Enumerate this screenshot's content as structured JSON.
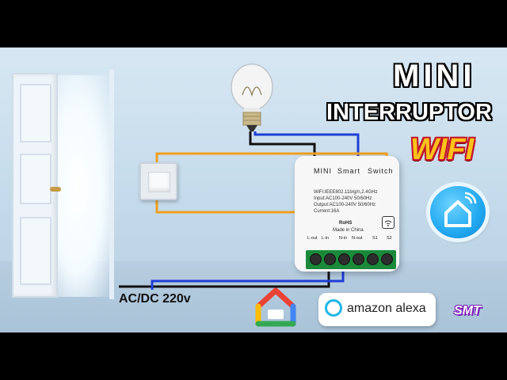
{
  "titles": {
    "line1": "MINI",
    "line2": "INTERRUPTOR",
    "line3": "WIFI"
  },
  "module": {
    "brand_left": "MINI",
    "brand_mid": "Smart",
    "brand_right": "Switch",
    "spec_wifi": "WiFi:IEEE802.11b/g/n,2.4GHz",
    "spec_input": "Input:AC100-240V 50/60Hz",
    "spec_output": "Output:AC100-240V 50/60Hz",
    "spec_current": "Current:16A",
    "rohs": "RoHS",
    "made_in": "Made in China",
    "terminals": [
      "L-out",
      "L-in",
      "N-in",
      "N-out",
      "S1",
      "S2"
    ]
  },
  "power_label": "AC/DC 220v",
  "alexa_label": "amazon alexa",
  "watermark": "SMT",
  "colors": {
    "title_text": "#ffffff",
    "wifi_text": "#ffc21a",
    "wifi_outline": "#c0162a",
    "wire_blue": "#1f3fd6",
    "wire_orange": "#f0a020",
    "wire_black": "#111111",
    "terminal_green": "#1a8a3a",
    "smart_home_blue": "#21a8f0"
  },
  "icons": [
    "door",
    "light-bulb-icon",
    "wall-switch-icon",
    "smart-home-app-icon",
    "google-home-icon",
    "alexa-ring-icon"
  ]
}
